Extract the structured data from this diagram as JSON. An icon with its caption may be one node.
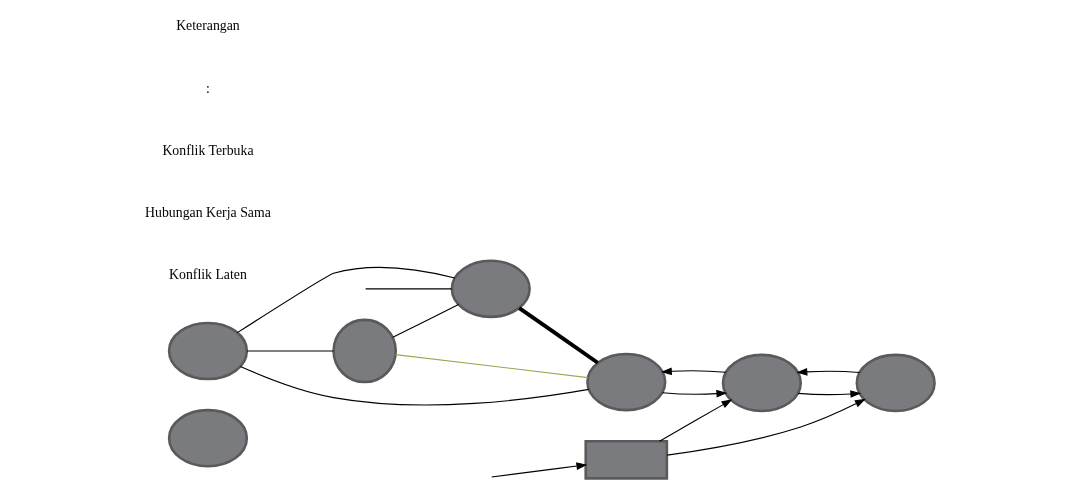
{
  "diagram": {
    "nodes": [
      {
        "text": [],
        "shape": "ellipse"
      },
      {
        "text": [],
        "shape": "ellipse"
      },
      {
        "text": [],
        "shape": "circle"
      },
      {
        "text": [],
        "shape": "ellipse"
      },
      {
        "text": [],
        "shape": "ellipse"
      },
      {
        "text": [],
        "shape": "box"
      },
      {
        "text": [],
        "shape": "ellipse"
      },
      {
        "text": [],
        "shape": "ellipse"
      }
    ],
    "edges": [
      {
        "from": 1,
        "to": 2,
        "arrow": "none"
      },
      {
        "from": 1,
        "to": 3,
        "arrow": "none"
      },
      {
        "from": 1,
        "to": 4,
        "arrow": "none"
      },
      {
        "from": 2,
        "to": 3,
        "arrow": "none"
      },
      {
        "from": null,
        "to": 3,
        "arrow": "none"
      },
      {
        "from": 2,
        "to": 4,
        "arrow": "none",
        "color": "#8fae4a"
      },
      {
        "from": 3,
        "to": 4,
        "arrow": "none",
        "style": "thick"
      },
      {
        "from": null,
        "to": 5,
        "arrow": "to"
      },
      {
        "from": 5,
        "to": 6,
        "arrow": "to"
      },
      {
        "from": 5,
        "to": 7,
        "arrow": "to"
      },
      {
        "from": 4,
        "to": 6,
        "arrow": "to"
      },
      {
        "from": 6,
        "to": 4,
        "arrow": "to"
      },
      {
        "from": 7,
        "to": 6,
        "arrow": "to"
      },
      {
        "from": 6,
        "to": 7,
        "arrow": "to"
      }
    ],
    "labels": [
      "Keterangan",
      ":"
    ],
    "legend": [
      {
        "text": "Konflik Terbuka"
      },
      {
        "text": "Hubungan Kerja Sama"
      },
      {
        "text": "Konflik Laten"
      }
    ]
  }
}
